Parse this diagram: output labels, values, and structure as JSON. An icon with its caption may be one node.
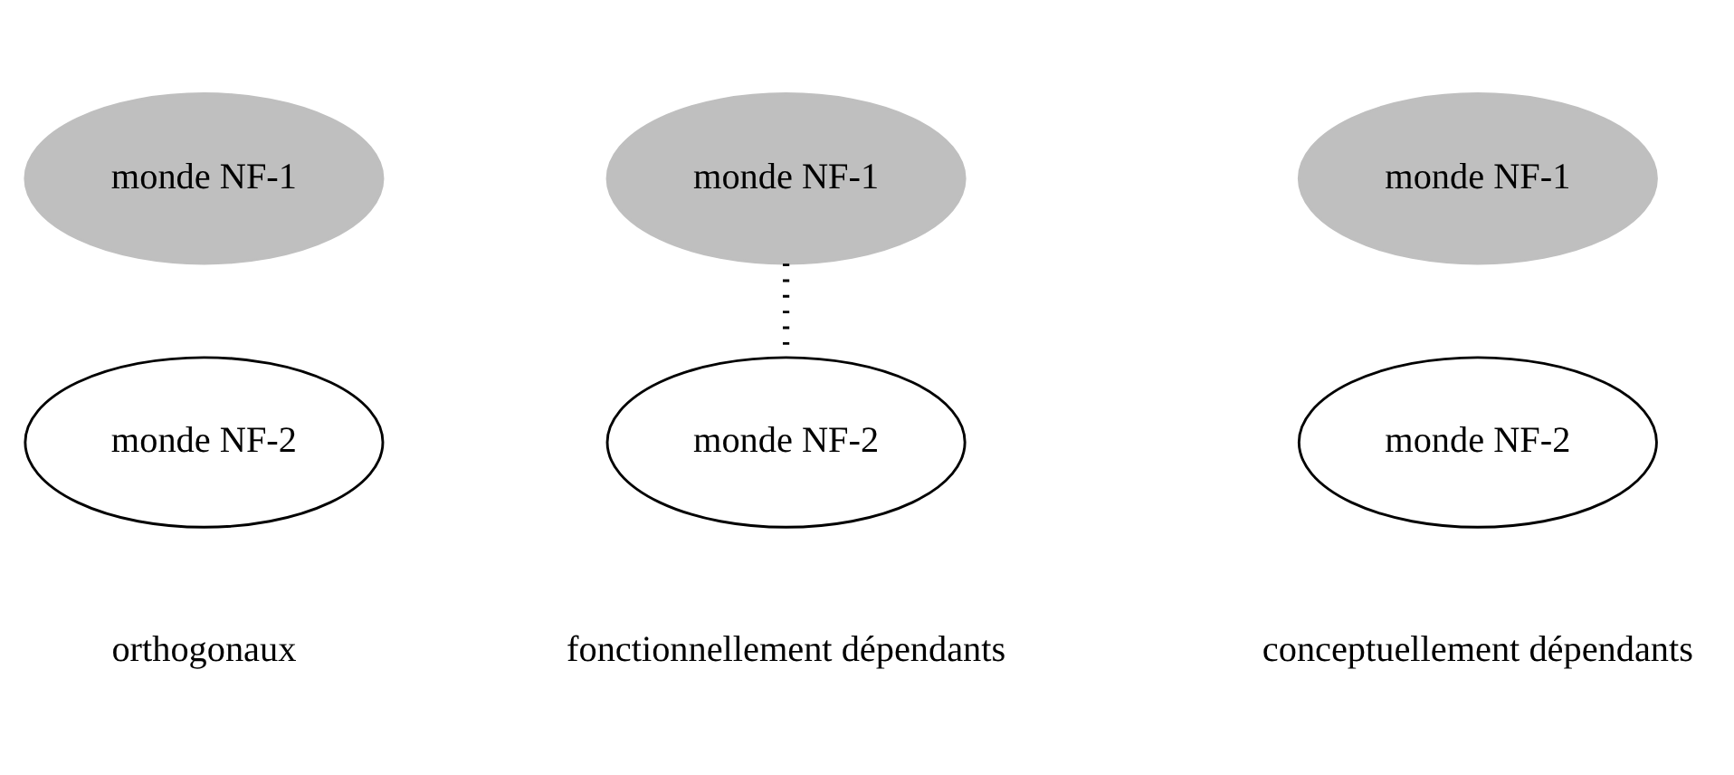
{
  "diagram": {
    "nodes": [
      {
        "text": [
          "monde NF-1"
        ]
      },
      {
        "text": [
          "monde NF-2"
        ]
      },
      {
        "text": [
          "monde NF-1"
        ]
      },
      {
        "text": [
          "monde NF-2"
        ]
      },
      {
        "text": [
          "monde NF-1"
        ]
      },
      {
        "text": [
          "monde NF-2"
        ]
      }
    ],
    "edges": [
      {
        "from": 2,
        "to": 3,
        "arrow": "none",
        "style": "dashed"
      }
    ],
    "labels": [
      "orthogonaux",
      "fonctionnellement dépendants",
      "conceptuellement dépendants"
    ]
  }
}
